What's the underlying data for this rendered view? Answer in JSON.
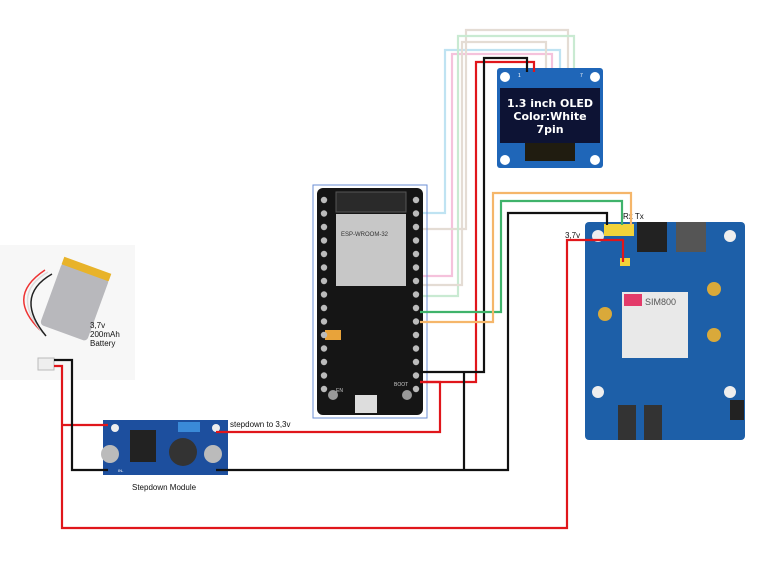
{
  "battery": {
    "voltage": "3,7v",
    "capacity": "200mAh",
    "name": "Battery"
  },
  "stepdown": {
    "output_label": "stepdown to 3,3v",
    "name": "Stepdown Module",
    "pin_in_minus": "IN-"
  },
  "esp32": {
    "module_label": "ESP-WROOM-32",
    "en_label": "EN",
    "boot_label": "BOOT"
  },
  "oled": {
    "line1": "1.3 inch OLED",
    "line2": "Color:White",
    "line3": "7pin",
    "pin_first": "1",
    "pin_last": "7"
  },
  "sim800": {
    "rxtx_label": "Rx Tx",
    "power_label": "3,7v",
    "chip_label": "SIM800"
  },
  "wire_colors": {
    "power": "#e0161b",
    "ground": "#111111",
    "rx": "#3fb36b",
    "tx": "#f5b66a",
    "oled_1": "#bfe3f2",
    "oled_2": "#f5c2dc",
    "oled_3": "#e4dcd4",
    "oled_4": "#c9ead2"
  }
}
